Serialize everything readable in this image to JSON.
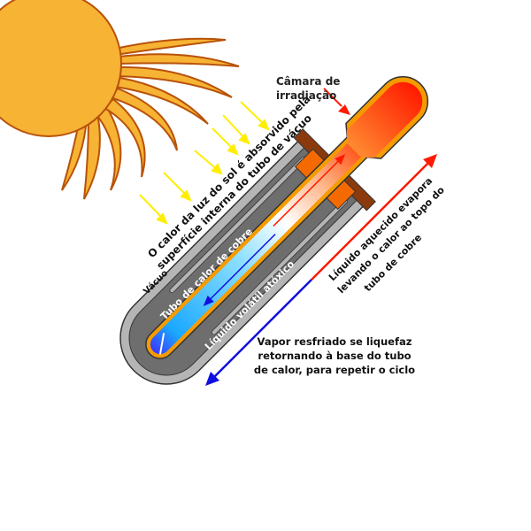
{
  "labels": {
    "chamber_line1": "Câmara de",
    "chamber_line2": "irradiação",
    "sun_line1": "O calor da  luz do sol é absorvido pela",
    "sun_line2": "superfície  interna  do  tubo  de  vácuo",
    "vacuum": "Vácuo",
    "copper_tube": "Tubo de calor de cobre",
    "liquid": "Líquido volátil atóxico",
    "evap_line1": "Líquido aquecido evapora",
    "evap_line2": "levando o calor ao topo do",
    "evap_line3": "tubo de cobre",
    "vapor_line1": "Vapor resfriado se liquefaz",
    "vapor_line2": "retornando à base do tubo",
    "vapor_line3": "de calor, para repetir o ciclo"
  },
  "colors": {
    "sun": "#f7b334",
    "copper": "#f59b00",
    "hot": "#ff2200",
    "cold": "#1010e0",
    "glass_outer": "#b5b5b5",
    "glass_inner": "#6e6e6e"
  }
}
